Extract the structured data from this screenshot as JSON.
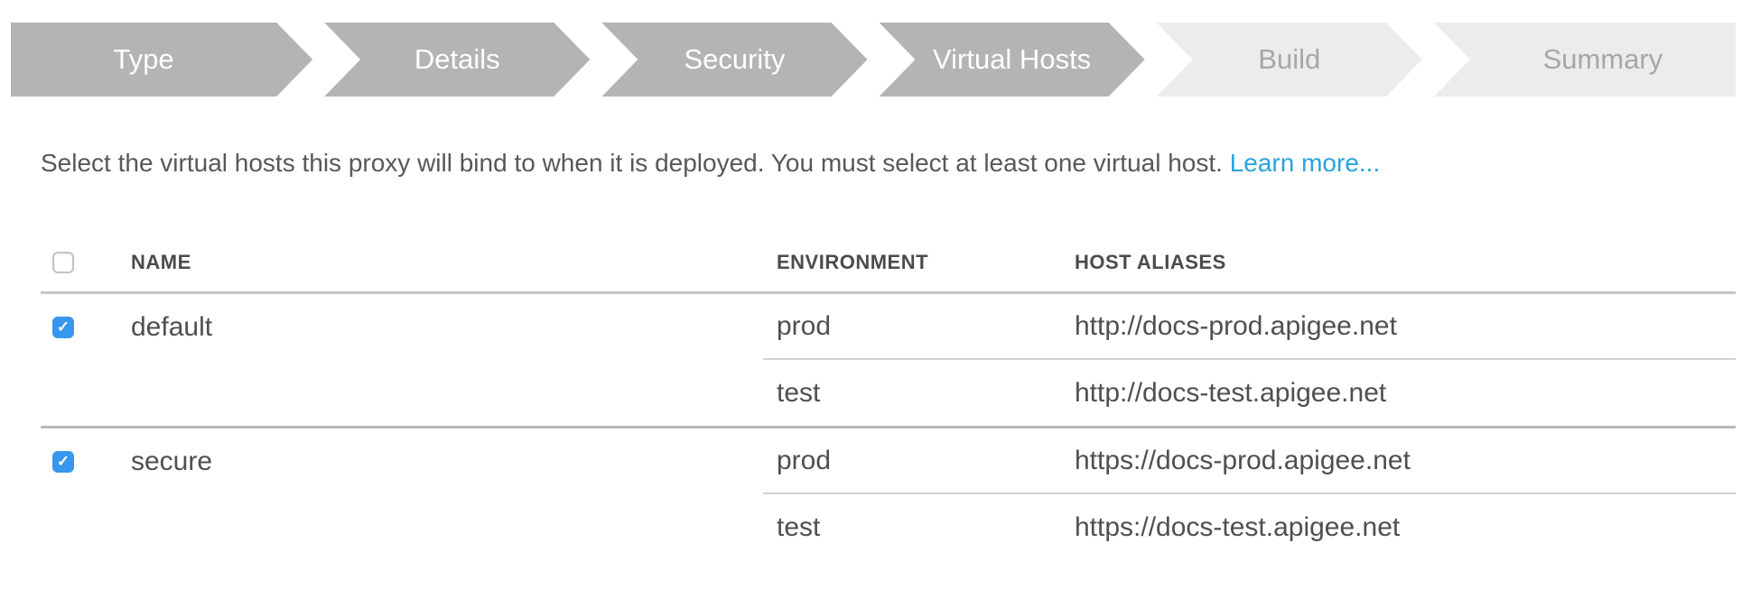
{
  "stepper": {
    "steps": [
      {
        "label": "Type",
        "state": "completed"
      },
      {
        "label": "Details",
        "state": "completed"
      },
      {
        "label": "Security",
        "state": "completed"
      },
      {
        "label": "Virtual Hosts",
        "state": "active"
      },
      {
        "label": "Build",
        "state": "upcoming"
      },
      {
        "label": "Summary",
        "state": "upcoming"
      }
    ]
  },
  "description": {
    "text": "Select the virtual hosts this proxy will bind to when it is deployed. You must select at least one virtual host.",
    "link_label": "Learn more..."
  },
  "table": {
    "check_glyph": "✓",
    "select_all_checked": false,
    "columns": [
      "NAME",
      "ENVIRONMENT",
      "HOST ALIASES"
    ],
    "rows": [
      {
        "name": "default",
        "checked": true,
        "bindings": [
          {
            "environment": "prod",
            "host_alias": "http://docs-prod.apigee.net"
          },
          {
            "environment": "test",
            "host_alias": "http://docs-test.apigee.net"
          }
        ]
      },
      {
        "name": "secure",
        "checked": true,
        "bindings": [
          {
            "environment": "prod",
            "host_alias": "https://docs-prod.apigee.net"
          },
          {
            "environment": "test",
            "host_alias": "https://docs-test.apigee.net"
          }
        ]
      }
    ]
  },
  "colors": {
    "step_active_bg": "#b4b4b4",
    "step_inactive_bg": "#ececec",
    "step_active_text": "#ffffff",
    "step_inactive_text": "#a7a7a7",
    "link_blue": "#29a3db",
    "checkbox_blue": "#3797f0",
    "body_text": "#57585a"
  }
}
